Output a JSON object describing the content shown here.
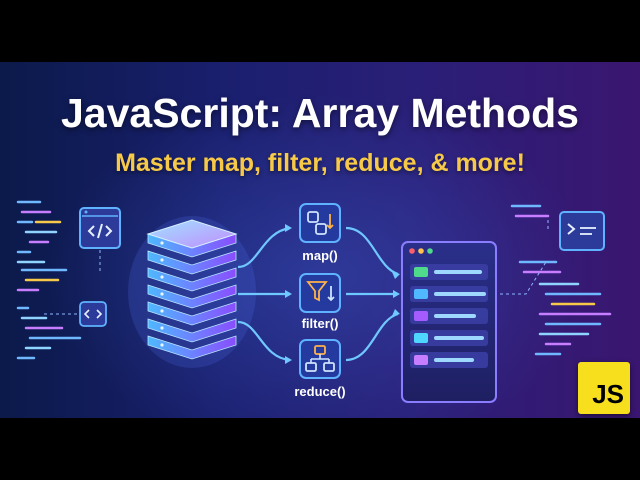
{
  "title": "JavaScript: Array Methods",
  "subtitle": "Master map, filter, reduce, & more!",
  "methods": [
    {
      "label": "map()",
      "icon": "map-transform-icon"
    },
    {
      "label": "filter()",
      "icon": "funnel-filter-icon"
    },
    {
      "label": "reduce()",
      "icon": "hierarchy-reduce-icon"
    }
  ],
  "badge": {
    "label": "JS",
    "color": "#f7df1e"
  },
  "colors": {
    "title": "#ffffff",
    "subtitle": "#f7c948",
    "accent_cyan": "#4fd6ff",
    "accent_purple": "#a55cff"
  },
  "icons": [
    "code-window-icon",
    "code-bracket-icon",
    "server-stack-icon",
    "list-panel-icon",
    "terminal-window-icon"
  ]
}
